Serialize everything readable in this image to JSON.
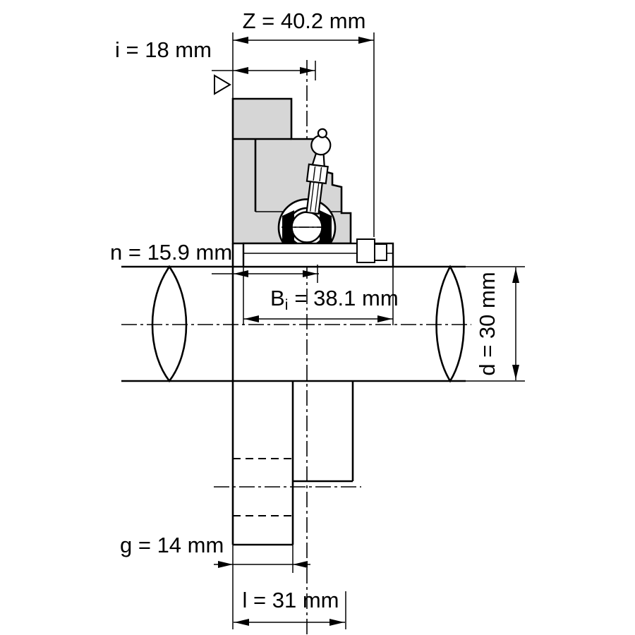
{
  "drawing_title": "flange-bearing-unit-dimension-drawing",
  "labels": {
    "z": "Z = 40.2 mm",
    "i": "i = 18 mm",
    "n": "n = 15.9 mm",
    "bi_base": "B",
    "bi_sub": "i",
    "bi_value": "= 38.1 mm",
    "d": "d = 30 mm",
    "g": "g = 14 mm",
    "l": "l = 31 mm"
  },
  "colors": {
    "background": "#ffffff",
    "line_color": "#000000",
    "metal_fill": "#d6d6d6"
  }
}
